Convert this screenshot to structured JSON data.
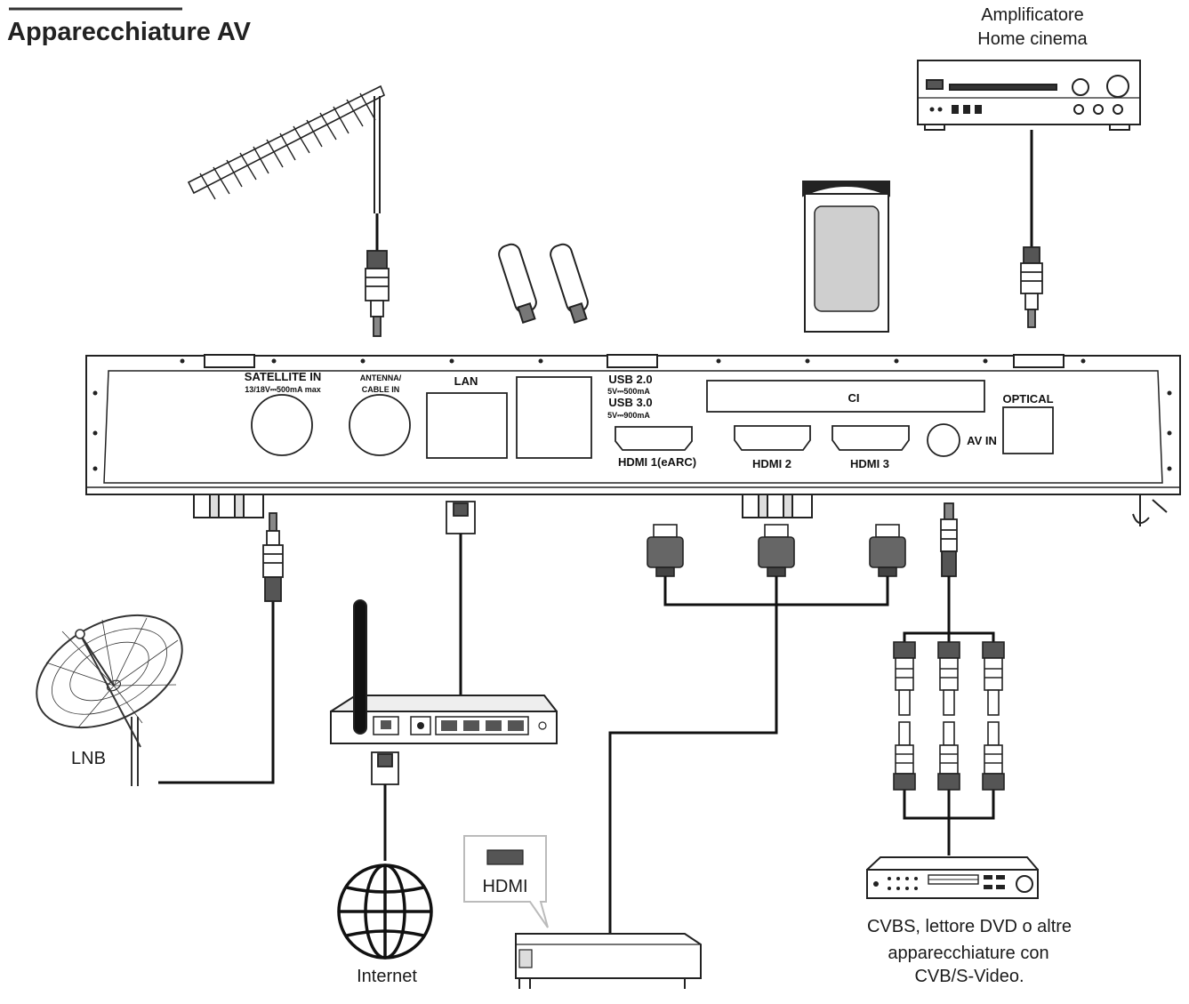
{
  "title": "Apparecchiature AV",
  "devices": {
    "amplifier_line1": "Amplificatore",
    "amplifier_line2": "Home cinema",
    "lnb": "LNB",
    "internet": "Internet",
    "hdmi_callout": "HDMI",
    "dvd_line1": "CVBS, lettore DVD o altre",
    "dvd_line2": "apparecchiature con",
    "dvd_line3": "CVB/S-Video."
  },
  "ports": {
    "satellite": "SATELLITE IN",
    "satellite_spec": "13/18V⎓500mA max",
    "antenna_line1": "ANTENNA/",
    "antenna_line2": "CABLE IN",
    "lan": "LAN",
    "usb2": "USB 2.0",
    "usb2_spec": "5V⎓500mA",
    "usb3": "USB 3.0",
    "usb3_spec": "5V⎓900mA",
    "ci": "CI",
    "optical": "OPTICAL",
    "av_in": "AV IN",
    "hdmi1": "HDMI 1(eARC)",
    "hdmi2": "HDMI 2",
    "hdmi3": "HDMI 3"
  }
}
